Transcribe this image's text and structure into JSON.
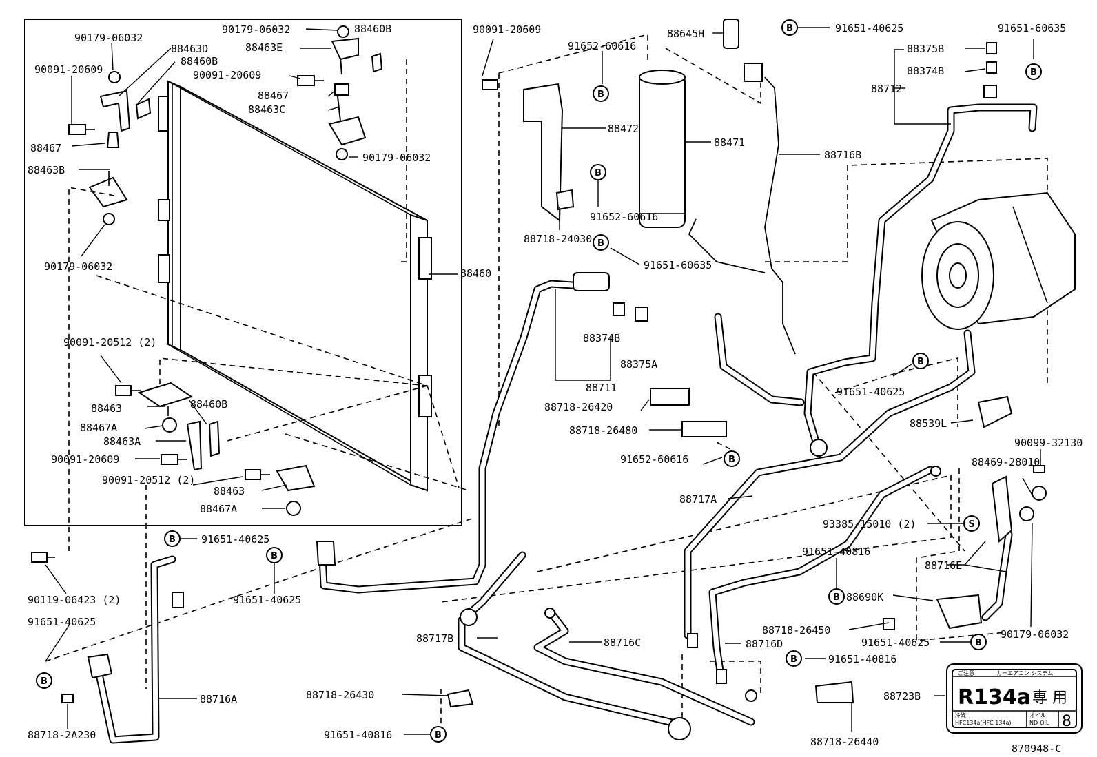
{
  "diagram_id": "870948-C",
  "parts": [
    {
      "id": "p1",
      "text": "90179-06032"
    },
    {
      "id": "p2",
      "text": "88463D"
    },
    {
      "id": "p3",
      "text": "88460B"
    },
    {
      "id": "p4",
      "text": "90091-20609"
    },
    {
      "id": "p5",
      "text": "88467"
    },
    {
      "id": "p6",
      "text": "88463B"
    },
    {
      "id": "p7",
      "text": "90179-06032"
    },
    {
      "id": "p8",
      "text": "90179-06032"
    },
    {
      "id": "p9",
      "text": "88460B"
    },
    {
      "id": "p10",
      "text": "88463E"
    },
    {
      "id": "p11",
      "text": "90091-20609"
    },
    {
      "id": "p12",
      "text": "88467"
    },
    {
      "id": "p13",
      "text": "88463C"
    },
    {
      "id": "p14",
      "text": "90179-06032"
    },
    {
      "id": "p15",
      "text": "88460"
    },
    {
      "id": "p16",
      "text": "90091-20512 (2)"
    },
    {
      "id": "p17",
      "text": "88463"
    },
    {
      "id": "p18",
      "text": "88460B"
    },
    {
      "id": "p19",
      "text": "88467A"
    },
    {
      "id": "p20",
      "text": "88463A"
    },
    {
      "id": "p21",
      "text": "90091-20609"
    },
    {
      "id": "p22",
      "text": "90091-20512 (2)"
    },
    {
      "id": "p23",
      "text": "88463"
    },
    {
      "id": "p24",
      "text": "88467A"
    },
    {
      "id": "p25",
      "text": "90119-06423 (2)"
    },
    {
      "id": "p26",
      "text": "91651-40625"
    },
    {
      "id": "p27",
      "text": "91651-40625"
    },
    {
      "id": "p28",
      "text": "91651-40625"
    },
    {
      "id": "p29",
      "text": "88718-2A230"
    },
    {
      "id": "p30",
      "text": "88716A"
    },
    {
      "id": "p31",
      "text": "90091-20609"
    },
    {
      "id": "p32",
      "text": "91652-60616"
    },
    {
      "id": "p33",
      "text": "88472"
    },
    {
      "id": "p34",
      "text": "91652-60616"
    },
    {
      "id": "p35",
      "text": "88718-24030"
    },
    {
      "id": "p36",
      "text": "88645H"
    },
    {
      "id": "p37",
      "text": "91651-40625"
    },
    {
      "id": "p38",
      "text": "88471"
    },
    {
      "id": "p39",
      "text": "88716B"
    },
    {
      "id": "p40",
      "text": "91651-60635"
    },
    {
      "id": "p41",
      "text": "88374B"
    },
    {
      "id": "p42",
      "text": "88375A"
    },
    {
      "id": "p43",
      "text": "88711"
    },
    {
      "id": "p44",
      "text": "88718-26420"
    },
    {
      "id": "p45",
      "text": "88718-26480"
    },
    {
      "id": "p46",
      "text": "91652-60616"
    },
    {
      "id": "p47",
      "text": "91651-60635"
    },
    {
      "id": "p48",
      "text": "88375B"
    },
    {
      "id": "p49",
      "text": "88374B"
    },
    {
      "id": "p50",
      "text": "88712"
    },
    {
      "id": "p51",
      "text": "91651-40625"
    },
    {
      "id": "p52",
      "text": "88539L"
    },
    {
      "id": "p53",
      "text": "90099-32130"
    },
    {
      "id": "p54",
      "text": "88469-28010"
    },
    {
      "id": "p55",
      "text": "88717A"
    },
    {
      "id": "p56",
      "text": "93385-15010 (2)"
    },
    {
      "id": "p57",
      "text": "91651-40816"
    },
    {
      "id": "p58",
      "text": "88716E"
    },
    {
      "id": "p59",
      "text": "88690K"
    },
    {
      "id": "p60",
      "text": "88718-26450"
    },
    {
      "id": "p61",
      "text": "91651-40625"
    },
    {
      "id": "p62",
      "text": "90179-06032"
    },
    {
      "id": "p63",
      "text": "88717B"
    },
    {
      "id": "p64",
      "text": "88716C"
    },
    {
      "id": "p65",
      "text": "88716D"
    },
    {
      "id": "p66",
      "text": "91651-40816"
    },
    {
      "id": "p67",
      "text": "88718-26430"
    },
    {
      "id": "p68",
      "text": "91651-40816"
    },
    {
      "id": "p69",
      "text": "88718-26440"
    },
    {
      "id": "p70",
      "text": "88723B"
    }
  ],
  "badge_letters": {
    "b": "B",
    "s": "S"
  },
  "label_plate": {
    "line1_left": "ご注意",
    "line1_right": "カーエアコン システム",
    "main": "R134a",
    "main_suffix": "専 用",
    "small_left_1": "冷媒",
    "small_left_2": "HFC134a(HFC 134a)",
    "small_right_1": "オイル",
    "small_right_2": "ND-OIL",
    "number": "8"
  }
}
